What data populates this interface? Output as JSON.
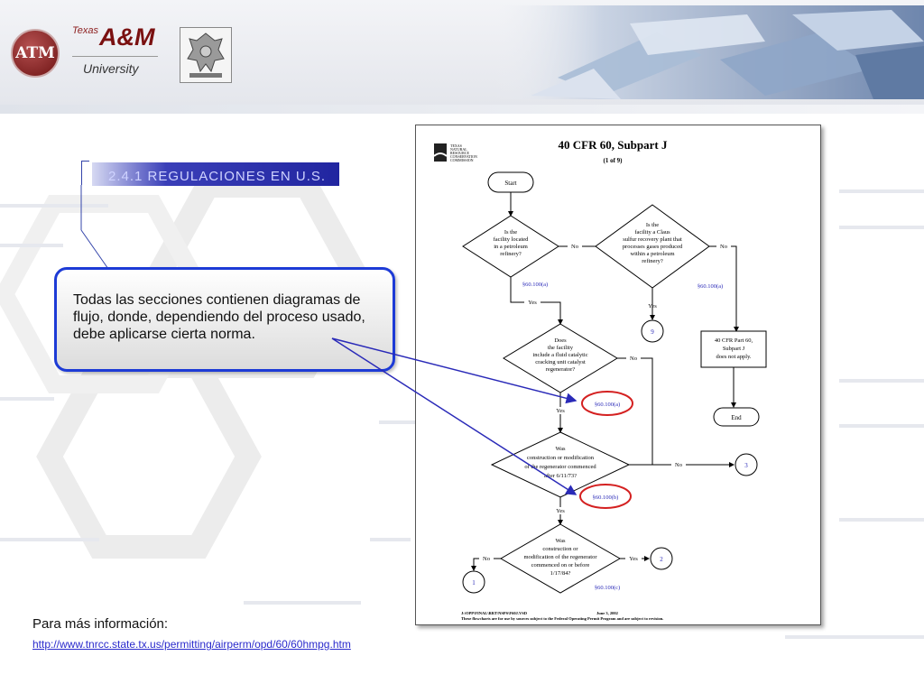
{
  "header": {
    "logo_atm": "ATM",
    "logo_texas": "Texas",
    "logo_am": "A&M",
    "logo_university": "University"
  },
  "slide": {
    "title": "2.4.1 REGULACIONES EN U.S.",
    "callout_text": "Todas las secciones contienen diagramas de flujo, donde, dependiendo del proceso usado, debe aplicarse cierta norma.",
    "more_info_label": "Para más información:",
    "more_info_url": "http://www.tnrcc.state.tx.us/permitting/airperm/opd/60/60hmpg.htm"
  },
  "flowchart": {
    "agency_lines": [
      "TEXAS",
      "NATURAL",
      "RESOURCE",
      "CONSERVATION",
      "COMMISSION"
    ],
    "title": "40 CFR 60, Subpart J",
    "subtitle": "(1 of 9)",
    "start": "Start",
    "q1": [
      "Is the",
      "facility located",
      "in a petroleum",
      "refinery?"
    ],
    "q2": [
      "Is the",
      "facility a Claus",
      "sulfur recovery plant that",
      "processes gases produced",
      "within a petroleum",
      "refinery?"
    ],
    "q3": [
      "Does",
      "the facility",
      "include a fluid catalytic",
      "cracking unit catalyst",
      "regenerator?"
    ],
    "q4": [
      "Was",
      "construction or modification",
      "of the regenerator commenced",
      "after 6/11/73?"
    ],
    "q5": [
      "Was",
      "construction or",
      "modification of the regenerator",
      "commenced on or before",
      "1/17/84?"
    ],
    "box_not_apply": [
      "40 CFR Part 60,",
      "Subpart J",
      "does not apply."
    ],
    "end": "End",
    "yes": "Yes",
    "no": "No",
    "ref_a": "§60.100(a)",
    "ref_b": "§60.100(b)",
    "ref_c": "§60.100(c)",
    "connector_9": "9",
    "connector_3": "3",
    "connector_2": "2",
    "connector_1": "1",
    "footer_path": "J:\\OPP\\FINAL\\RRT\\NSPS\\F60J.VSD",
    "footer_date": "June 3, 2002",
    "footer_note": "These flowcharts are for use by sources subject to the Federal Operating Permit Program and are subject to revision."
  },
  "colors": {
    "callout_border": "#1d3bd6",
    "highlight_circle": "#d42020",
    "reference_text": "#2a2ab8",
    "title_bar": "#2125a0"
  }
}
